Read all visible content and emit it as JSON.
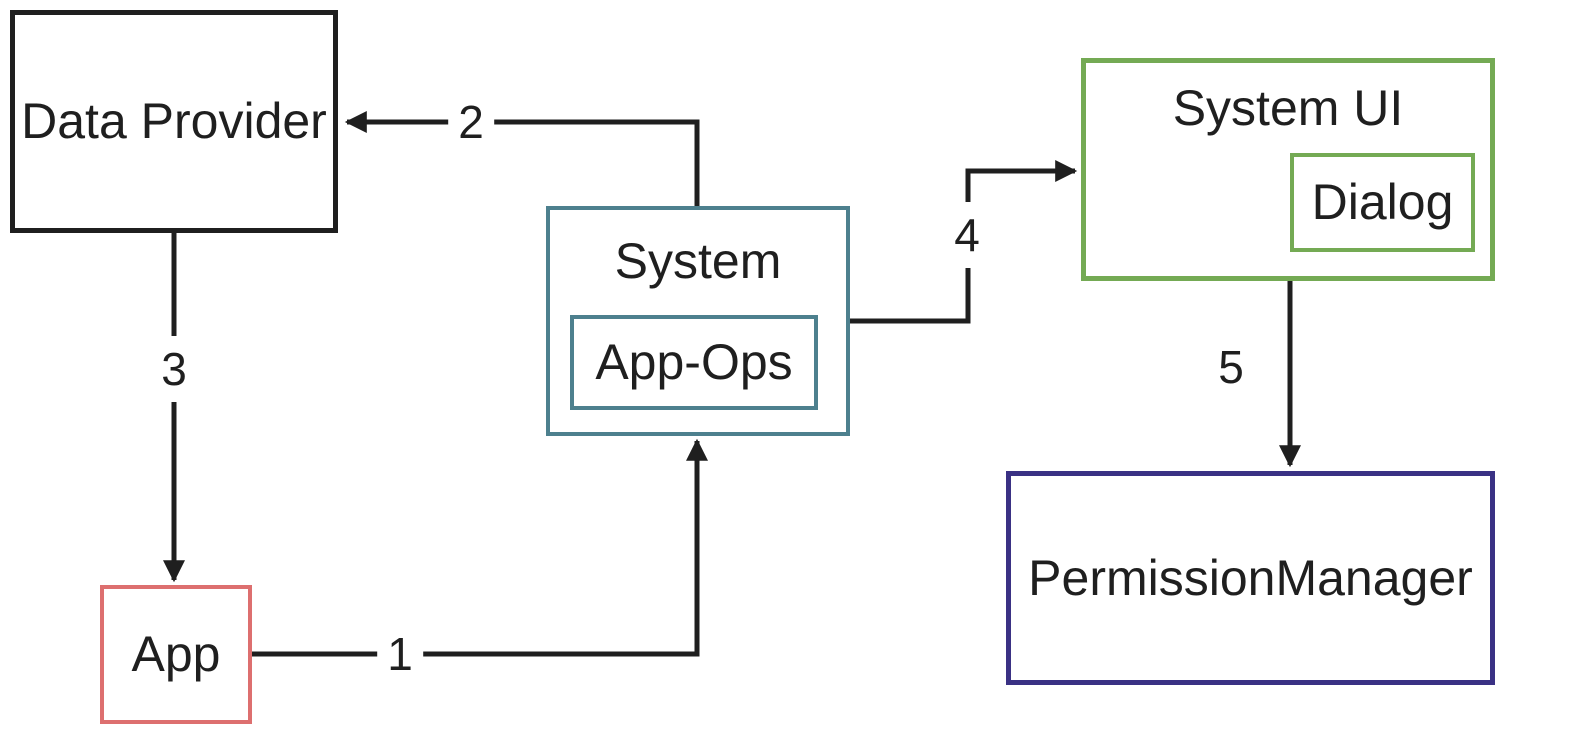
{
  "diagram": {
    "colors": {
      "line": "#1f1f1f",
      "black_border": "#1f1f1f",
      "teal_border": "#4d808e",
      "green_border": "#74aa54",
      "indigo_border": "#3a3184",
      "red_border": "#dd6f6f"
    },
    "nodes": {
      "data_provider": {
        "label": "Data Provider",
        "border_color": "#1f1f1f"
      },
      "system": {
        "label": "System",
        "border_color": "#4d808e"
      },
      "app_ops": {
        "label": "App-Ops",
        "border_color": "#4d808e"
      },
      "system_ui": {
        "label": "System UI",
        "border_color": "#74aa54"
      },
      "dialog": {
        "label": "Dialog",
        "border_color": "#74aa54"
      },
      "permission_manager": {
        "label": "PermissionManager",
        "border_color": "#3a3184"
      },
      "app": {
        "label": "App",
        "border_color": "#dd6f6f"
      }
    },
    "edges": [
      {
        "label": "1",
        "from": "app",
        "to": "system"
      },
      {
        "label": "2",
        "from": "system",
        "to": "data_provider"
      },
      {
        "label": "3",
        "from": "data_provider",
        "to": "app"
      },
      {
        "label": "4",
        "from": "system",
        "to": "system_ui"
      },
      {
        "label": "5",
        "from": "system_ui",
        "to": "permission_manager"
      }
    ]
  }
}
